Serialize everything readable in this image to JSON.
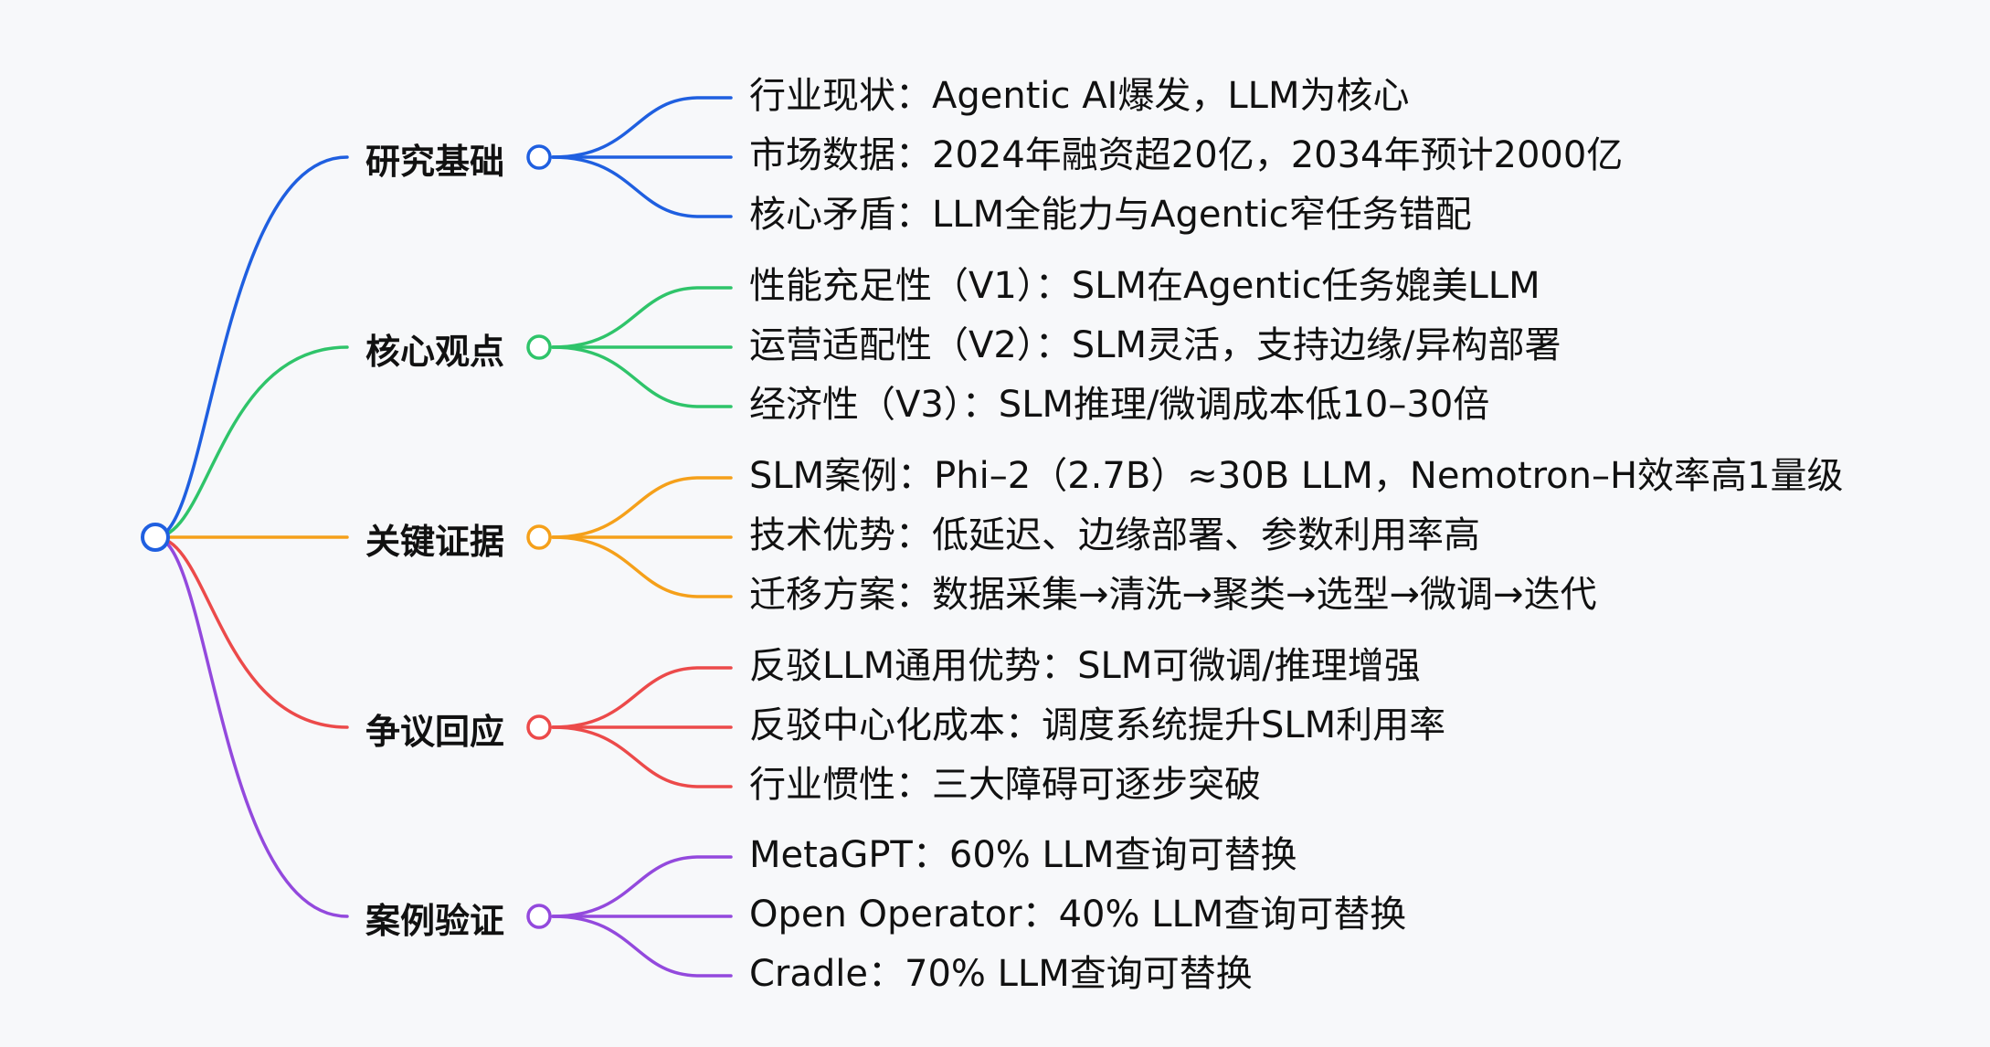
{
  "colors": {
    "background": "#f7f8fa",
    "text": "#111111",
    "root": "#1f5fe0"
  },
  "branches": [
    {
      "label": "研究基础",
      "color": "#1f5fe0",
      "leaves": [
        "行业现状：Agentic AI爆发，LLM为核心",
        "市场数据：2024年融资超20亿，2034年预计2000亿",
        "核心矛盾：LLM全能力与Agentic窄任务错配"
      ]
    },
    {
      "label": "核心观点",
      "color": "#2fc46a",
      "leaves": [
        "性能充足性（V1）：SLM在Agentic任务媲美LLM",
        "运营适配性（V2）：SLM灵活，支持边缘/异构部署",
        "经济性（V3）：SLM推理/微调成本低10–30倍"
      ]
    },
    {
      "label": "关键证据",
      "color": "#f5a01a",
      "leaves": [
        "SLM案例：Phi–2（2.7B）≈30B LLM，Nemotron–H效率高1量级",
        "技术优势：低延迟、边缘部署、参数利用率高",
        "迁移方案：数据采集→清洗→聚类→选型→微调→迭代"
      ]
    },
    {
      "label": "争议回应",
      "color": "#ec4a4a",
      "leaves": [
        "反驳LLM通用优势：SLM可微调/推理增强",
        "反驳中心化成本：调度系统提升SLM利用率",
        "行业惯性：三大障碍可逐步突破"
      ]
    },
    {
      "label": "案例验证",
      "color": "#9349dd",
      "leaves": [
        "MetaGPT：60% LLM查询可替换",
        "Open Operator：40% LLM查询可替换",
        "Cradle：70% LLM查询可替换"
      ]
    }
  ]
}
